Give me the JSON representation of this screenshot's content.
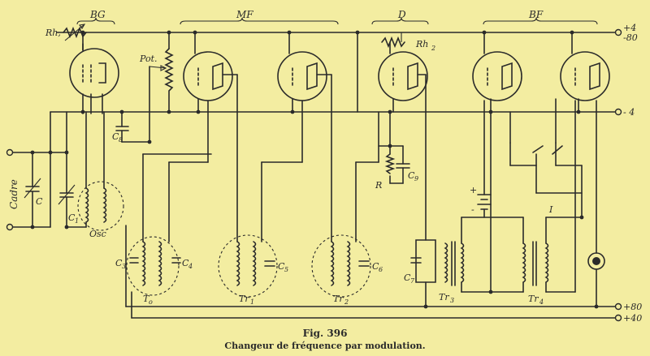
{
  "figure": {
    "number": "Fig. 396",
    "caption": "Changeur de fréquence par modulation."
  },
  "sections": {
    "bg": "BG",
    "mf": "MF",
    "d": "D",
    "bf": "BF"
  },
  "terminals": {
    "plus4": "+4",
    "minus80": "-80",
    "minus4": "- 4",
    "plus80": "+80",
    "plus40": "+40"
  },
  "labels": {
    "rh1": "Rh,",
    "rh2": "Rh",
    "rh2_sub": "2",
    "pot": "Pot.",
    "cadre": "Cadre",
    "c": "C",
    "c1": "C",
    "c1_sub": "1",
    "osc": "Osc",
    "c8": "C",
    "c8_sub": "8",
    "c3": "C",
    "c3_sub": "3",
    "c4": "C",
    "c4_sub": "4",
    "c5": "C",
    "c5_sub": "5",
    "c6": "C",
    "c6_sub": "6",
    "c7": "C",
    "c7_sub": "7",
    "c9": "C",
    "c9_sub": "9",
    "r": "R",
    "t0": "T",
    "t0_sub": "o",
    "tr1": "Tr",
    "tr1_sub": "1",
    "tr2": "Tr",
    "tr2_sub": "2",
    "tr3": "Tr",
    "tr3_sub": "3",
    "tr4": "Tr",
    "tr4_sub": "4",
    "i": "I"
  },
  "colors": {
    "paper": "#f3eda1",
    "ink": "#2a2a2a"
  }
}
